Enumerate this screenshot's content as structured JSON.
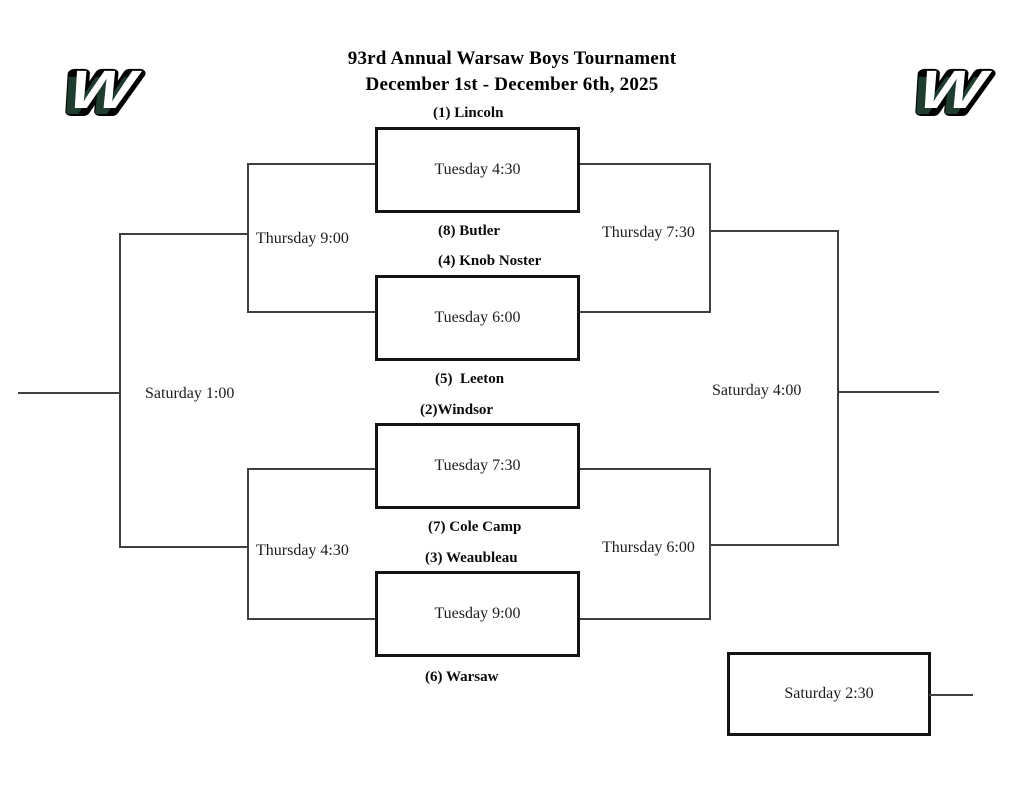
{
  "page": {
    "background": "#ffffff"
  },
  "title": {
    "line1": "93rd Annual Warsaw Boys Tournament",
    "line2": "December 1st - December 6th, 2025"
  },
  "logo": {
    "letter": "W",
    "outline_color": "#000000",
    "fill_color": "#ffffff",
    "accent_color": "#1e3d2e"
  },
  "teams": {
    "lincoln": "(1) Lincoln",
    "butler": "(8) Butler",
    "knob_noster": "(4) Knob Noster",
    "leeton": "(5)  Leeton",
    "windsor": "(2)Windsor",
    "cole_camp": "(7) Cole Camp",
    "weaubleau": "(3) Weaubleau",
    "warsaw": "(6) Warsaw"
  },
  "games": {
    "qf1_time": "Tuesday 4:30",
    "qf2_time": "Tuesday 6:00",
    "qf3_time": "Tuesday 7:30",
    "qf4_time": "Tuesday 9:00",
    "semi_left_top": "Thursday 9:00",
    "semi_left_bottom": "Thursday 4:30",
    "semi_right_top": "Thursday 7:30",
    "semi_right_bottom": "Thursday 6:00",
    "final_left": "Saturday 1:00",
    "final_right": "Saturday 4:00",
    "consolation": "Saturday 2:30"
  }
}
